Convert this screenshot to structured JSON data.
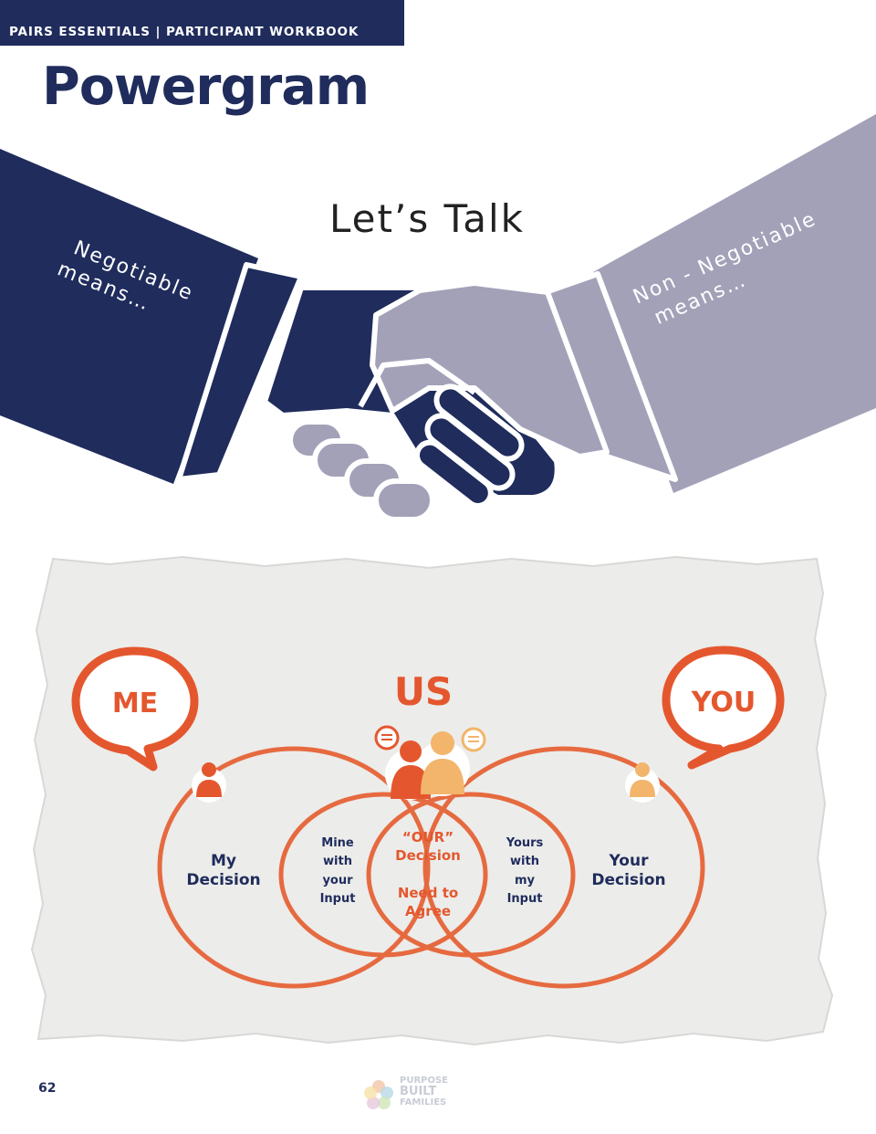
{
  "header": {
    "label": "PAIRS ESSENTIALS | PARTICIPANT WORKBOOK",
    "bar_color": "#1f2c5c"
  },
  "title": "Powergram",
  "handshake": {
    "center_text": "Let’s Talk",
    "left_sleeve_line1": "Negotiable",
    "left_sleeve_line2": "means…",
    "right_sleeve_line1": "Non - Negotiable",
    "right_sleeve_line2": "means…",
    "left_color": "#1f2c5c",
    "right_color": "#a3a1b8"
  },
  "diagram": {
    "me_label": "ME",
    "us_label": "US",
    "you_label": "YOU",
    "left_region": [
      "My",
      "Decision"
    ],
    "mine_region": [
      "Mine",
      "with",
      "your",
      "Input"
    ],
    "center_region_top": [
      "“OUR”",
      "Decision"
    ],
    "center_region_bottom": [
      "Need to",
      "Agree"
    ],
    "yours_region": [
      "Yours",
      "with",
      "my",
      "Input"
    ],
    "right_region": [
      "Your",
      "Decision"
    ],
    "accent_color": "#e4572e",
    "orange_light": "#f2b56b",
    "text_color": "#1f2c5c"
  },
  "footer": {
    "page_number": "62",
    "logo_line1": "PURPOSE",
    "logo_line2": "BUILT",
    "logo_line3": "FAMILIES"
  }
}
